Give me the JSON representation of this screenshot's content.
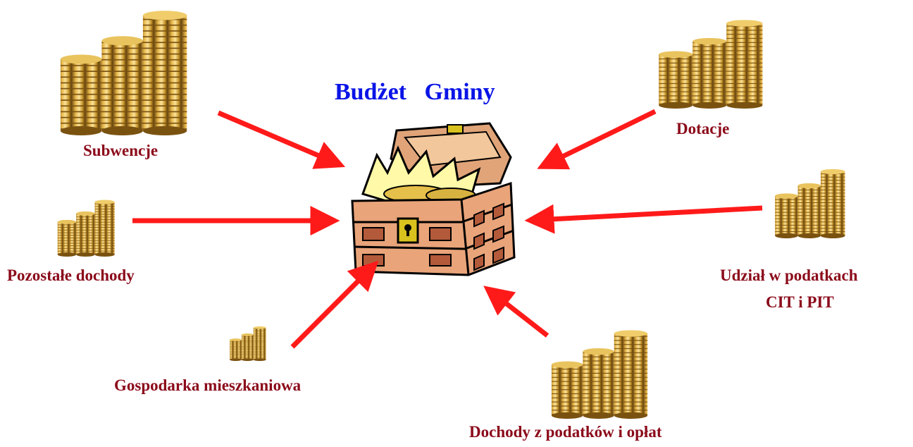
{
  "title": "Budżet   Gminy",
  "center": {
    "icon": "treasure-chest-icon"
  },
  "sources": [
    {
      "id": "subwencje",
      "label": "Subwencje",
      "icon": "coin-stacks-icon"
    },
    {
      "id": "pozostale",
      "label": "Pozostałe dochody",
      "icon": "coin-stacks-icon"
    },
    {
      "id": "gospodarka",
      "label": "Gospodarka mieszkaniowa",
      "icon": "coin-stacks-icon"
    },
    {
      "id": "dotacje",
      "label": "Dotacje",
      "icon": "coin-stacks-icon"
    },
    {
      "id": "udzial",
      "label_line1": "Udział w podatkach",
      "label_line2": "CIT i PIT",
      "icon": "coin-stacks-icon"
    },
    {
      "id": "dochody",
      "label": "Dochody z podatków i opłat",
      "icon": "coin-stacks-icon"
    }
  ],
  "colors": {
    "title": "#0a14e6",
    "label": "#8b0a1a",
    "arrow": "#ff1a1a",
    "coin": "#c8962a"
  }
}
